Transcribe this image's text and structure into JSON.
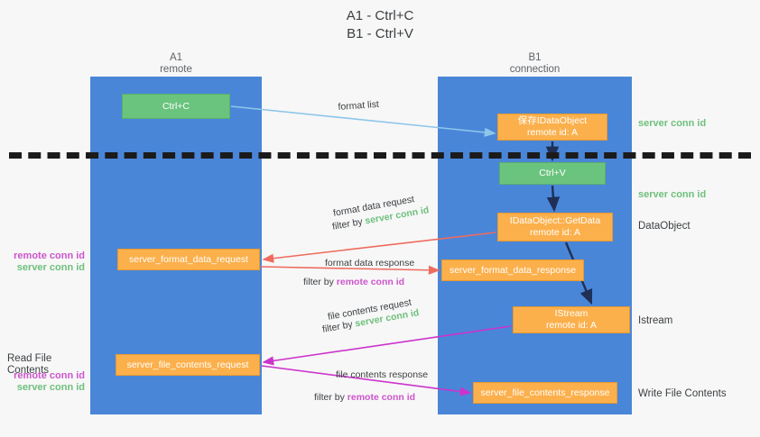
{
  "title": {
    "line1": "A1 - Ctrl+C",
    "line2": "B1 - Ctrl+V"
  },
  "lanes": [
    {
      "id": "a1",
      "name": "A1",
      "role": "remote"
    },
    {
      "id": "b1",
      "name": "B1",
      "role": "connection"
    }
  ],
  "nodes": {
    "ctrl_c": {
      "label": "Ctrl+C",
      "sub": "",
      "color": "#6bc47d"
    },
    "idataobject": {
      "label": "保存IDataObject",
      "sub": "remote id: A",
      "color": "#fbb04c"
    },
    "ctrl_v": {
      "label": "Ctrl+V",
      "sub": "",
      "color": "#6bc47d"
    },
    "getdata": {
      "label": "IDataObject::GetData",
      "sub": "remote id: A",
      "color": "#fbb04c"
    },
    "format_req": {
      "label": "server_format_data_request",
      "sub": "",
      "color": "#fbb04c"
    },
    "format_resp": {
      "label": "server_format_data_response",
      "sub": "",
      "color": "#fbb04c"
    },
    "istream": {
      "label": "IStream",
      "sub": "remote id: A",
      "color": "#fbb04c"
    },
    "file_req": {
      "label": "server_file_contents_request",
      "sub": "",
      "color": "#fbb04c"
    },
    "file_resp": {
      "label": "server_file_contents_response",
      "sub": "",
      "color": "#fbb04c"
    }
  },
  "arrow_labels": {
    "format_list": "format list",
    "format_data_request": "format data request",
    "format_data_response": "format data response",
    "file_contents_request": "file contents request",
    "file_contents_response": "file contents response",
    "filter_by": "filter by ",
    "server_conn_id": "server conn id",
    "remote_conn_id": "remote conn id"
  },
  "side_annotations": {
    "server_conn_id": "server conn id",
    "remote_conn_id": "remote conn id",
    "dataobject": "DataObject",
    "istream": "Istream",
    "write_file_contents": "Write File Contents",
    "read_file_contents": "Read File Contents"
  },
  "colors": {
    "lane": "#4a86d8",
    "orange": "#fbb04c",
    "green": "#6bc47d",
    "server_conn_id": "#6ec07c",
    "remote_conn_id": "#cc55cc",
    "arrow_blue": "#8dc6ea",
    "arrow_red": "#ee6b5e",
    "arrow_magenta": "#cc33cc",
    "arrow_navy": "#1f2f56",
    "divider": "#1b1b1b",
    "background": "#f7f7f7"
  }
}
